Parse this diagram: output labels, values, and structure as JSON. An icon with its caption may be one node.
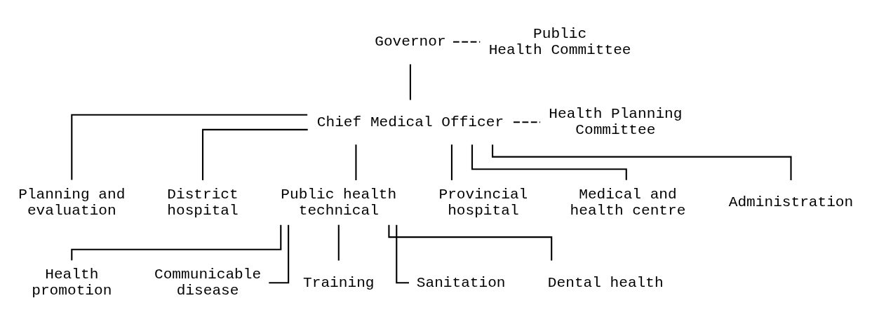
{
  "diagram": {
    "nodes": [
      {
        "text": [
          "Governor"
        ]
      },
      {
        "text": [
          "Public Health Committee"
        ]
      },
      {
        "text": [
          "Chief Medical Officer"
        ]
      },
      {
        "text": [
          "Health Planning Committee"
        ]
      },
      {
        "text": [
          "Planning and evaluation"
        ]
      },
      {
        "text": [
          "District hospital"
        ]
      },
      {
        "text": [
          "Public health technical"
        ]
      },
      {
        "text": [
          "Provincial hospital"
        ]
      },
      {
        "text": [
          "Medical and health centre"
        ]
      },
      {
        "text": [
          "Administration"
        ]
      },
      {
        "text": [
          "Health promotion"
        ]
      },
      {
        "text": [
          "Communicable disease"
        ]
      },
      {
        "text": [
          "Training"
        ]
      },
      {
        "text": [
          "Sanitation"
        ]
      },
      {
        "text": [
          "Dental health"
        ]
      }
    ],
    "edges": [
      {
        "from": 0,
        "to": 1,
        "arrow": "none",
        "style": "dashed"
      },
      {
        "from": 0,
        "to": 2,
        "arrow": "none"
      },
      {
        "from": 2,
        "to": 3,
        "arrow": "none",
        "style": "dashed"
      },
      {
        "from": 2,
        "to": 4,
        "arrow": "none"
      },
      {
        "from": 2,
        "to": 5,
        "arrow": "none"
      },
      {
        "from": 2,
        "to": 6,
        "arrow": "none"
      },
      {
        "from": 2,
        "to": 7,
        "arrow": "none"
      },
      {
        "from": 2,
        "to": 8,
        "arrow": "none"
      },
      {
        "from": 2,
        "to": 9,
        "arrow": "none"
      },
      {
        "from": 6,
        "to": 10,
        "arrow": "none"
      },
      {
        "from": 6,
        "to": 11,
        "arrow": "none"
      },
      {
        "from": 6,
        "to": 12,
        "arrow": "none"
      },
      {
        "from": 6,
        "to": 13,
        "arrow": "none"
      },
      {
        "from": 6,
        "to": 14,
        "arrow": "none"
      }
    ]
  }
}
